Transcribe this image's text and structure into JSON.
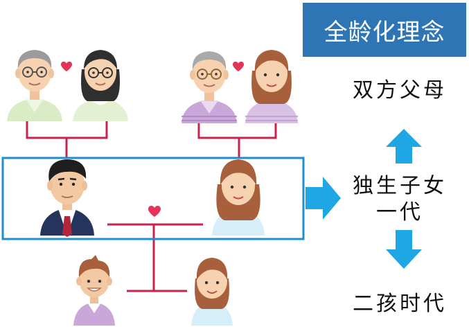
{
  "header": {
    "title": "全龄化理念"
  },
  "labels": {
    "parents": "双方父母",
    "only_child_line1": "独生子女",
    "only_child_line2": "一代",
    "two_child": "二孩时代"
  },
  "colors": {
    "badge": "#2e75b6",
    "connector": "#c8234a",
    "arrow": "#1ea7e4",
    "frame": "#1b8fd0",
    "heart": "#e53359"
  },
  "icons": [
    "heart-icon",
    "arrow-up-icon",
    "arrow-down-icon",
    "arrow-right-icon"
  ]
}
